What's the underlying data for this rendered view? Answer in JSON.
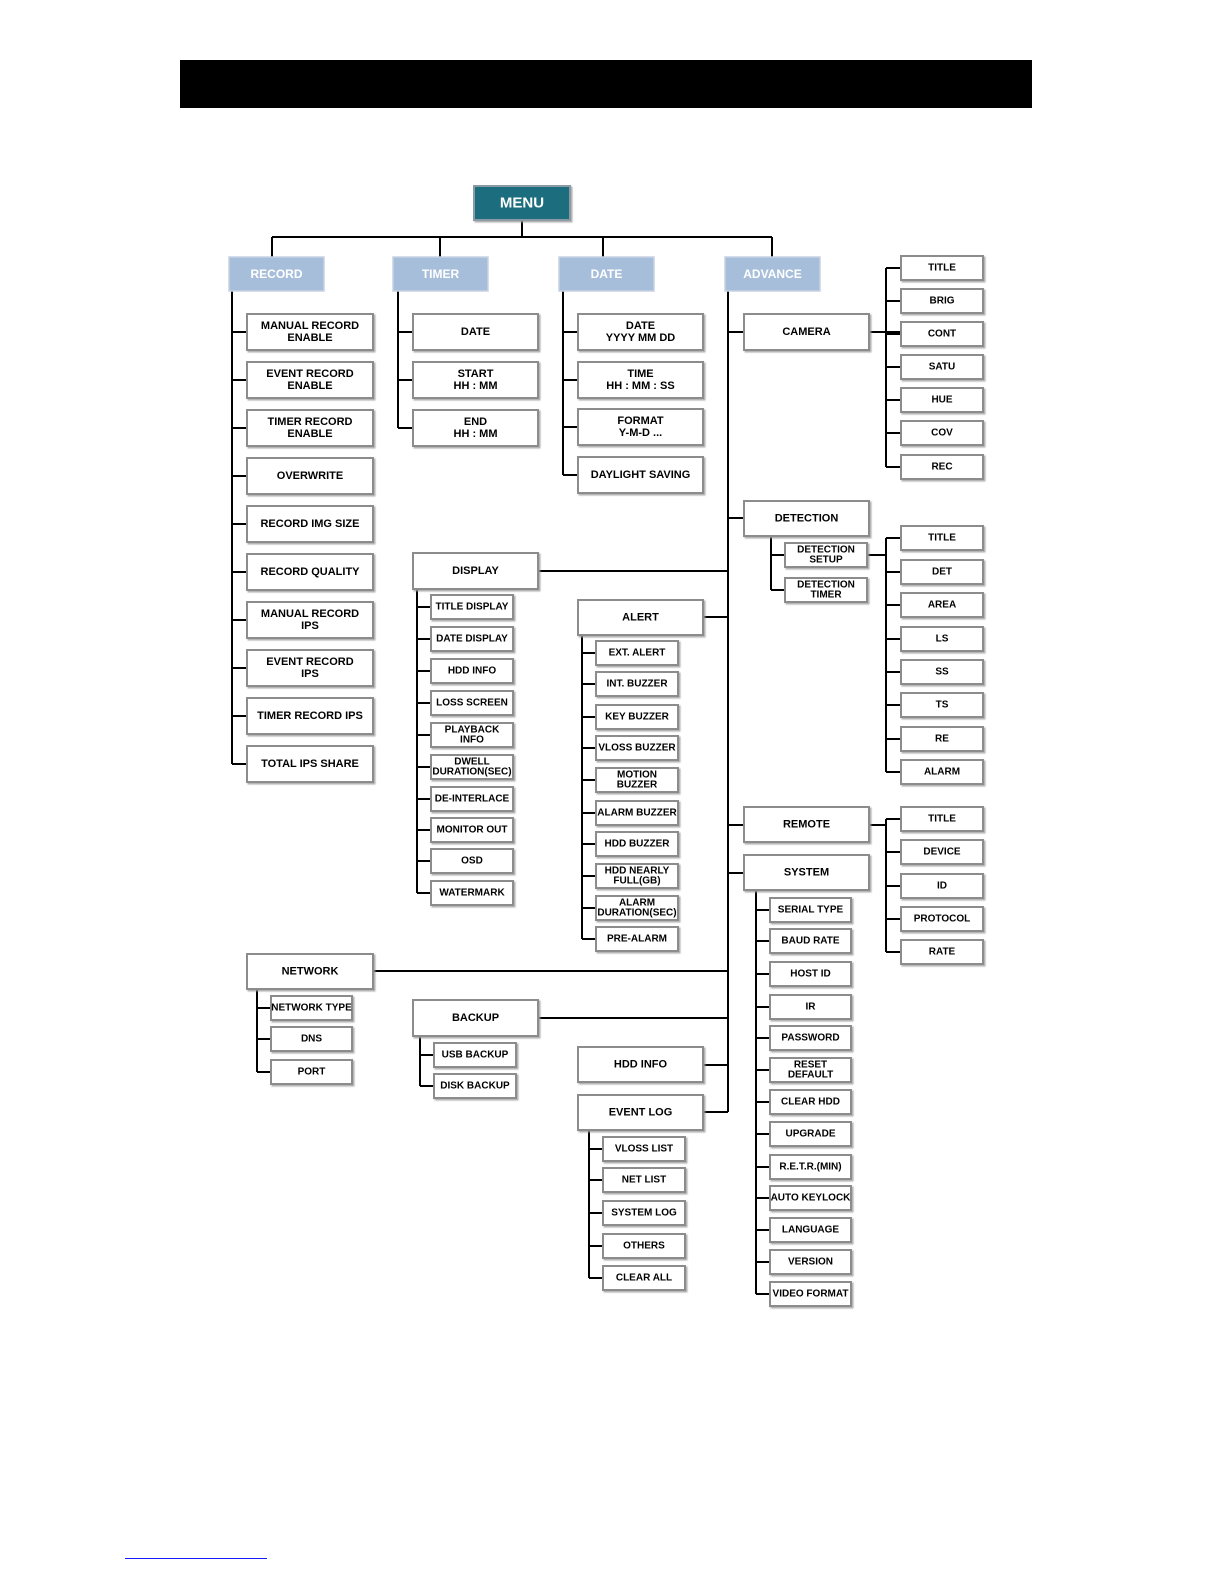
{
  "colors": {
    "menu": "#1e6e7e",
    "category": "#a7bedb",
    "box_border": "#8c8c8c",
    "header": "#000000"
  },
  "menu": {
    "label": "MENU"
  },
  "categories": {
    "record": "RECORD",
    "timer": "TIMER",
    "date": "DATE",
    "advance": "ADVANCE"
  },
  "record": {
    "items": [
      [
        "MANUAL RECORD",
        "ENABLE"
      ],
      [
        "EVENT RECORD",
        "ENABLE"
      ],
      [
        "TIMER RECORD",
        "ENABLE"
      ],
      [
        "OVERWRITE"
      ],
      [
        "RECORD IMG SIZE"
      ],
      [
        "RECORD QUALITY"
      ],
      [
        "MANUAL RECORD",
        "IPS"
      ],
      [
        "EVENT RECORD",
        "IPS"
      ],
      [
        "TIMER RECORD IPS"
      ],
      [
        "TOTAL IPS SHARE"
      ]
    ]
  },
  "timer": {
    "items": [
      [
        "DATE"
      ],
      [
        "START",
        "HH : MM"
      ],
      [
        "END",
        "HH : MM"
      ]
    ]
  },
  "date": {
    "items": [
      [
        "DATE",
        "YYYY MM DD"
      ],
      [
        "TIME",
        "HH : MM : SS"
      ],
      [
        "FORMAT",
        "Y-M-D ..."
      ],
      [
        "DAYLIGHT SAVING"
      ]
    ]
  },
  "camera": {
    "label": "CAMERA",
    "items": [
      "TITLE",
      "BRIG",
      "CONT",
      "SATU",
      "HUE",
      "COV",
      "REC"
    ]
  },
  "detection": {
    "label": "DETECTION",
    "subs": [
      [
        "DETECTION",
        "SETUP"
      ],
      [
        "DETECTION",
        "TIMER"
      ]
    ],
    "items": [
      "TITLE",
      "DET",
      "AREA",
      "LS",
      "SS",
      "TS",
      "RE",
      "ALARM"
    ]
  },
  "display": {
    "label": "DISPLAY",
    "items": [
      [
        "TITLE DISPLAY"
      ],
      [
        "DATE DISPLAY"
      ],
      [
        "HDD INFO"
      ],
      [
        "LOSS SCREEN"
      ],
      [
        "PLAYBACK",
        "INFO"
      ],
      [
        "DWELL",
        "DURATION(SEC)"
      ],
      [
        "DE-INTERLACE"
      ],
      [
        "MONITOR OUT"
      ],
      [
        "OSD"
      ],
      [
        "WATERMARK"
      ]
    ]
  },
  "alert": {
    "label": "ALERT",
    "items": [
      [
        "EXT. ALERT"
      ],
      [
        "INT. BUZZER"
      ],
      [
        "KEY BUZZER"
      ],
      [
        "VLOSS BUZZER"
      ],
      [
        "MOTION",
        "BUZZER"
      ],
      [
        "ALARM BUZZER"
      ],
      [
        "HDD BUZZER"
      ],
      [
        "HDD NEARLY",
        "FULL(GB)"
      ],
      [
        "ALARM",
        "DURATION(SEC)"
      ],
      [
        "PRE-ALARM"
      ]
    ]
  },
  "remote": {
    "label": "REMOTE",
    "items": [
      "TITLE",
      "DEVICE",
      "ID",
      "PROTOCOL",
      "RATE"
    ]
  },
  "system": {
    "label": "SYSTEM",
    "items": [
      [
        "SERIAL TYPE"
      ],
      [
        "BAUD RATE"
      ],
      [
        "HOST ID"
      ],
      [
        "IR"
      ],
      [
        "PASSWORD"
      ],
      [
        "RESET",
        "DEFAULT"
      ],
      [
        "CLEAR HDD"
      ],
      [
        "UPGRADE"
      ],
      [
        "R.E.T.R.(MIN)"
      ],
      [
        "AUTO KEYLOCK"
      ],
      [
        "LANGUAGE"
      ],
      [
        "VERSION"
      ],
      [
        "VIDEO FORMAT"
      ]
    ]
  },
  "network": {
    "label": "NETWORK",
    "items": [
      "NETWORK TYPE",
      "DNS",
      "PORT"
    ]
  },
  "backup": {
    "label": "BACKUP",
    "items": [
      "USB BACKUP",
      "DISK BACKUP"
    ]
  },
  "hdd_info": {
    "label": "HDD INFO"
  },
  "event_log": {
    "label": "EVENT LOG",
    "items": [
      "VLOSS LIST",
      "NET LIST",
      "SYSTEM LOG",
      "OTHERS",
      "CLEAR ALL"
    ]
  }
}
